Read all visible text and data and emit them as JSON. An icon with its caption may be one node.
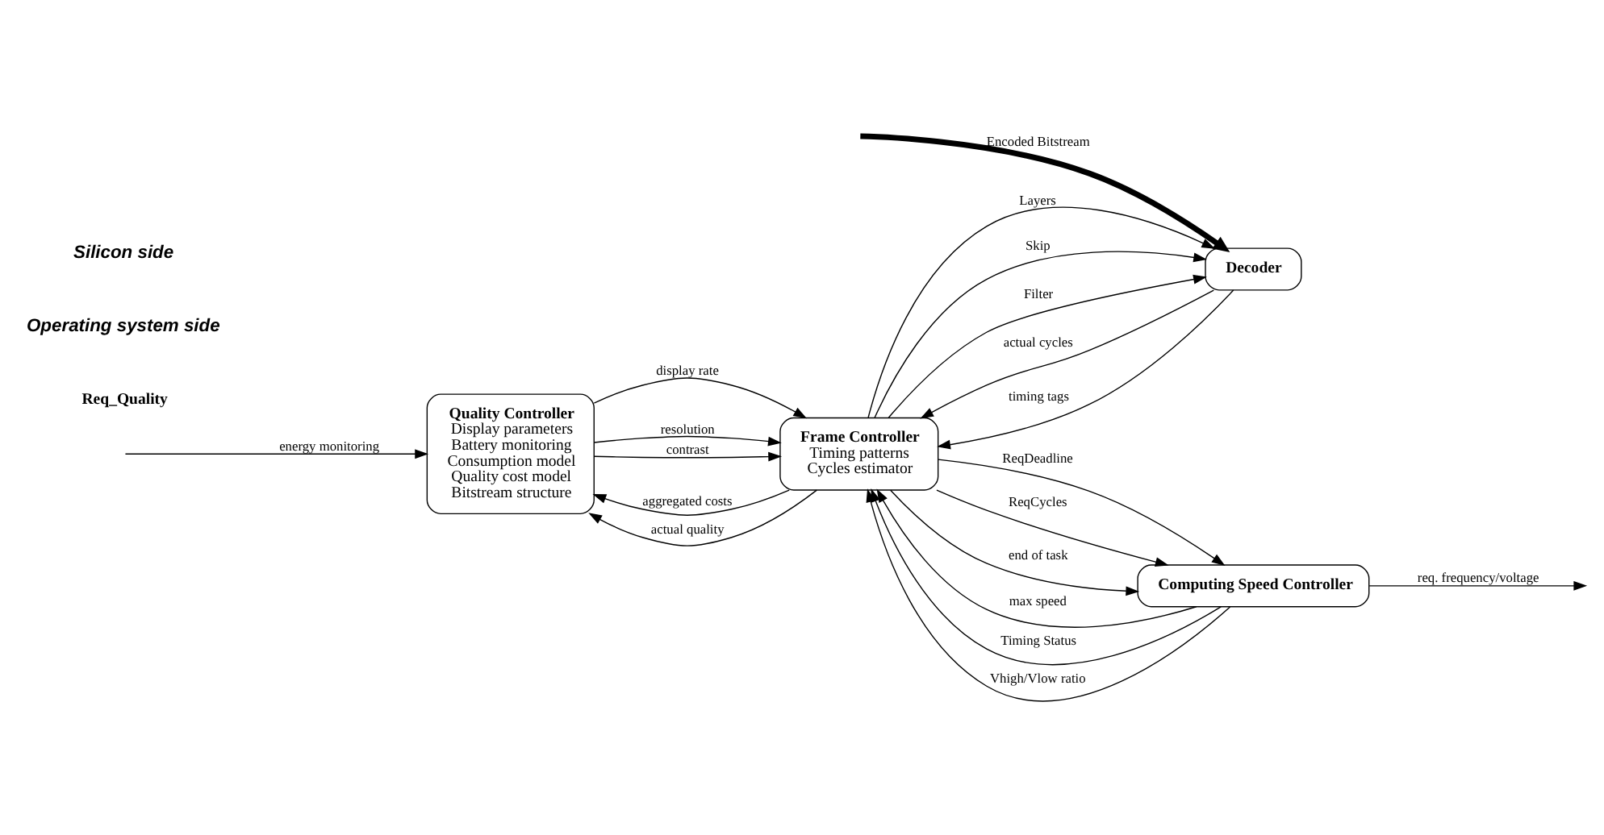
{
  "diagram": {
    "nodes": [
      {
        "text": [
          "Quality Controller",
          "Display parameters",
          "Battery monitoring",
          "Consumption model",
          "Quality cost model",
          "Bitstream structure"
        ]
      },
      {
        "text": [
          "Frame Controller",
          "Timing patterns",
          "Cycles estimator"
        ]
      },
      {
        "text": [
          "Decoder"
        ]
      },
      {
        "text": [
          "Computing Speed Controller"
        ]
      }
    ],
    "edges": [
      {
        "from": 1,
        "to": 0,
        "arrow": "to",
        "label": "aggregated costs"
      },
      {
        "from": 1,
        "to": 0,
        "arrow": "to",
        "label": "actual quality"
      },
      {
        "from": 2,
        "to": 1,
        "arrow": "to",
        "label": "actual cycles"
      },
      {
        "from": 2,
        "to": 1,
        "arrow": "to",
        "label": "timing tags"
      },
      {
        "from": null,
        "to": 2,
        "arrow": "to",
        "label": "Encoded Bitstream",
        "style": "thick"
      },
      {
        "from": 0,
        "to": 1,
        "arrow": "to",
        "label": "display rate"
      },
      {
        "from": 0,
        "to": 1,
        "arrow": "to",
        "label": "resolution"
      },
      {
        "from": 0,
        "to": 1,
        "arrow": "to",
        "label": "contrast"
      },
      {
        "from": 1,
        "to": 2,
        "arrow": "to",
        "label": "Layers"
      },
      {
        "from": 1,
        "to": 2,
        "arrow": "to",
        "label": "Skip"
      },
      {
        "from": 1,
        "to": 2,
        "arrow": "to",
        "label": "Filter"
      },
      {
        "from": 1,
        "to": 3,
        "arrow": "to",
        "label": "ReqDeadline"
      },
      {
        "from": 1,
        "to": 3,
        "arrow": "to",
        "label": "ReqCycles"
      },
      {
        "from": 1,
        "to": 3,
        "arrow": "to",
        "label": "end of task"
      },
      {
        "from": 3,
        "to": 1,
        "arrow": "to",
        "label": "max speed"
      },
      {
        "from": 3,
        "to": 1,
        "arrow": "to",
        "label": "Timing Status"
      },
      {
        "from": 3,
        "to": 1,
        "arrow": "to",
        "label": "Vhigh/Vlow ratio"
      },
      {
        "from": 3,
        "to": null,
        "arrow": "to",
        "label": "req. frequency/voltage"
      },
      {
        "from": null,
        "to": 0,
        "arrow": "to",
        "label": "energy monitoring"
      }
    ],
    "labels": [
      "Req_Quality",
      "Operating system side",
      "Silicon side"
    ]
  }
}
